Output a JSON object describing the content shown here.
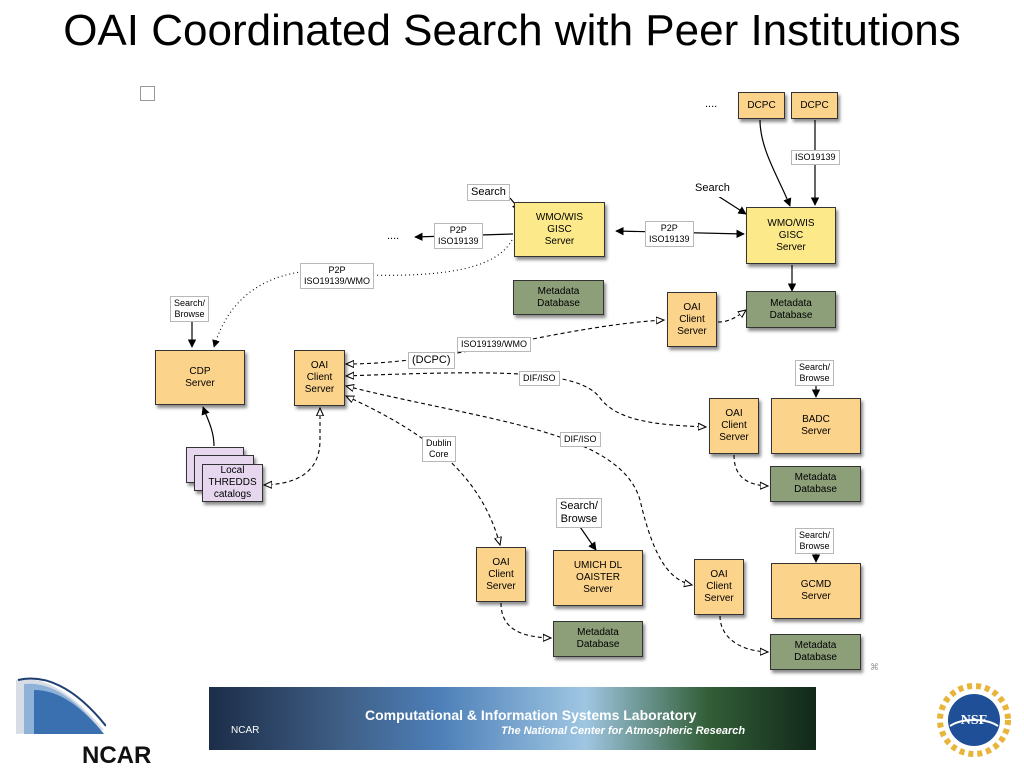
{
  "title": "OAI Coordinated Search with Peer Institutions",
  "nodes": {
    "dcpc1": "DCPC",
    "dcpc2": "DCPC",
    "dots_top": "....",
    "wmo_gisc_right": "WMO/WIS\nGISC\nServer",
    "wmo_gisc_center": "WMO/WIS\nGISC\nServer",
    "metadata_db_center": "Metadata\nDatabase",
    "metadata_db_right": "Metadata\nDatabase",
    "oai_client_upper": "OAI\nClient\nServer",
    "cdp_server": "CDP\nServer",
    "oai_client_ncar": "OAI\nClient\nServer",
    "local_thredds": "Local\nTHREDDS\ncatalogs",
    "oai_client_badc": "OAI\nClient\nServer",
    "badc_server": "BADC\nServer",
    "metadata_db_badc": "Metadata\nDatabase",
    "oai_client_umich": "OAI\nClient\nServer",
    "umich_server": "UMICH DL\nOAISTER\nServer",
    "metadata_db_umich": "Metadata\nDatabase",
    "oai_client_gcmd": "OAI\nClient\nServer",
    "gcmd_server": "GCMD\nServer",
    "metadata_db_gcmd": "Metadata\nDatabase",
    "dots_left": "...."
  },
  "labels": {
    "iso19139_top": "ISO19139",
    "search_center": "Search",
    "search_right": "Search",
    "p2p_left": "P2P\nISO19139",
    "p2p_mid": "P2P\nISO19139",
    "p2p_wmo": "P2P\nISO19139/WMO",
    "search_browse_cdp": "Search/\nBrowse",
    "iso19139_wmo": "ISO19139/WMO",
    "dcpc_paren": "(DCPC)",
    "dif_iso_1": "DIF/ISO",
    "dif_iso_2": "DIF/ISO",
    "dublin_core": "Dublin\nCore",
    "search_browse_badc": "Search/\nBrowse",
    "search_browse_umich": "Search/\nBrowse",
    "search_browse_gcmd": "Search/\nBrowse"
  },
  "banner": {
    "title": "Computational & Information Systems Laboratory",
    "subtitle": "The National Center for Atmospheric Research",
    "ncar_small": "NCAR"
  },
  "logos": {
    "ncar": "NCAR",
    "nsf": "NSF"
  },
  "colors": {
    "server_orange": "#fbd38b",
    "gisc_yellow": "#fbe98a",
    "database_green": "#8c9f79",
    "catalog_lavender": "#e6d7ef"
  }
}
